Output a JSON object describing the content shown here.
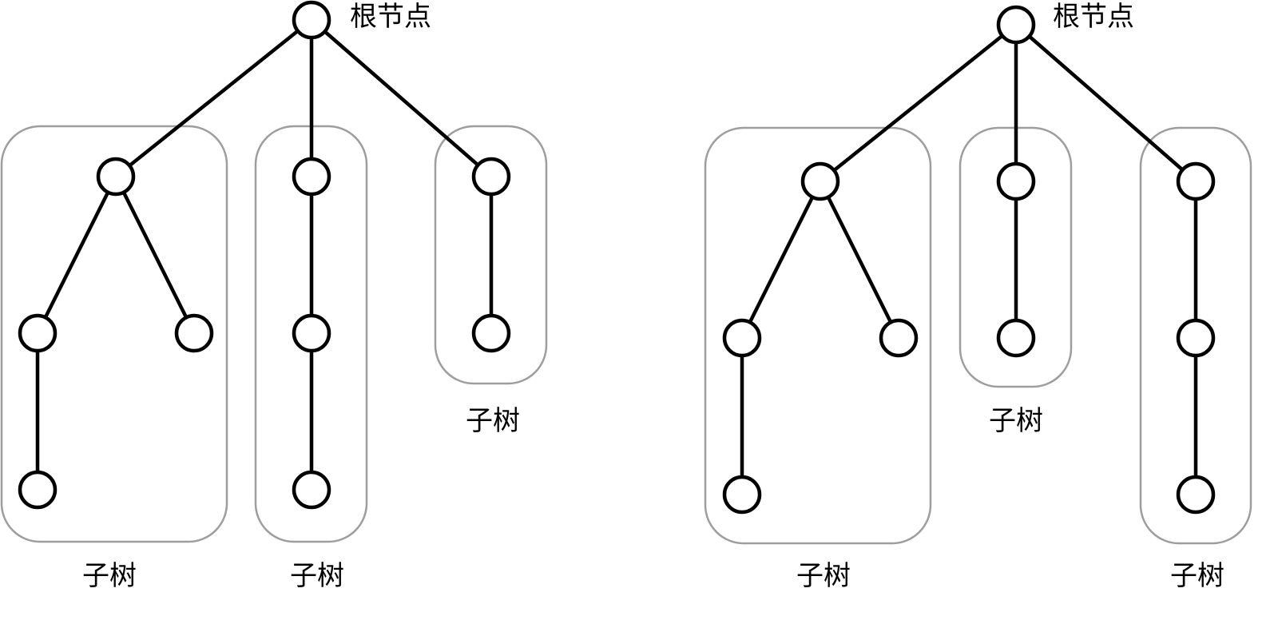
{
  "diagrams": [
    {
      "root_label": "根节点",
      "subtrees": [
        {
          "label": "子树",
          "label_position": "below"
        },
        {
          "label": "子树",
          "label_position": "below"
        },
        {
          "label": "子树",
          "label_position": "below"
        }
      ]
    },
    {
      "root_label": "根节点",
      "subtrees": [
        {
          "label": "子树",
          "label_position": "below"
        },
        {
          "label": "子树",
          "label_position": "below"
        },
        {
          "label": "子树",
          "label_position": "below"
        }
      ]
    }
  ],
  "colors": {
    "edge": "#000000",
    "node_stroke": "#000000",
    "node_fill": "#ffffff",
    "subtree_box": "#9e9e9e"
  }
}
